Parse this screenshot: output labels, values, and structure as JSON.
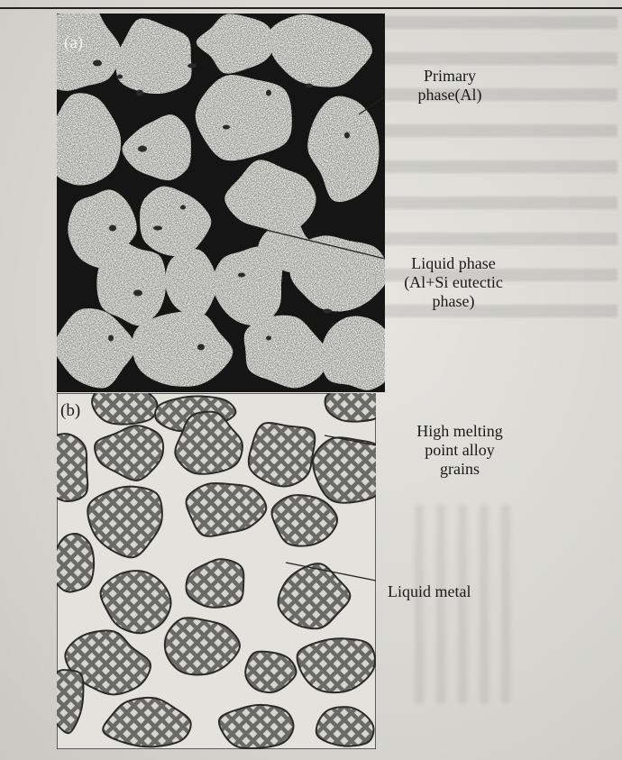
{
  "panel_a": {
    "tag": "(a)",
    "labels": {
      "primary_line1": "Primary",
      "primary_line2": "phase(Al)",
      "liquid_line1": "Liquid phase",
      "liquid_line2": "(Al+Si eutectic",
      "liquid_line3": "phase)"
    }
  },
  "panel_b": {
    "tag": "(b)",
    "labels": {
      "grains_line1": "High melting",
      "grains_line2": "point alloy",
      "grains_line3": "grains",
      "liquid_metal": "Liquid metal"
    }
  },
  "colors": {
    "grain_fill_a": "#8e8e8a",
    "boundary_a": "#151515",
    "grain_fill_b": "#6a6a66",
    "liquid_b": "#e3e2dd"
  }
}
